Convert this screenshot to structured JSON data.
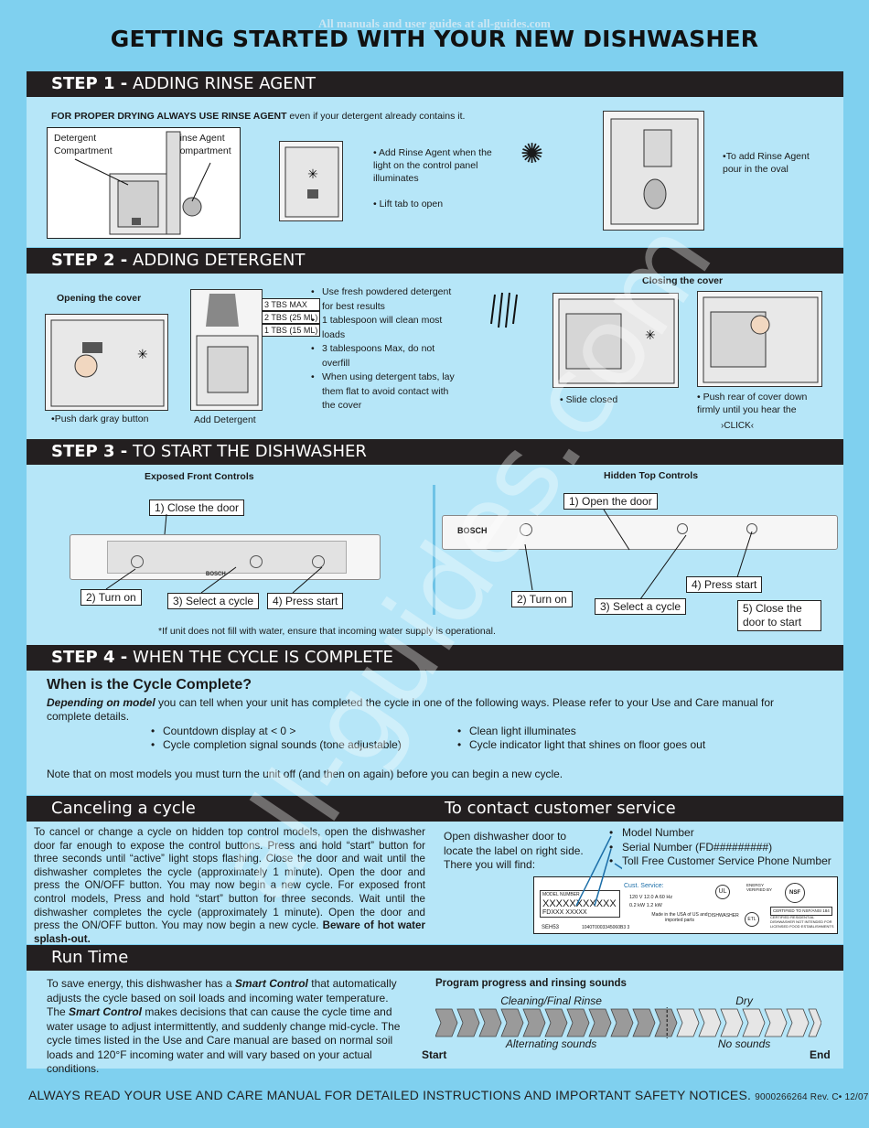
{
  "watermark_top": "All manuals and user guides at all-guides.com",
  "watermark_diagonal": "all-guides.com",
  "title": "GETTING STARTED WITH YOUR NEW DISHWASHER",
  "step1": {
    "heading_bold": "STEP 1 -",
    "heading": "ADDING RINSE AGENT",
    "intro_bold": "FOR PROPER DRYING ALWAYS USE RINSE AGENT",
    "intro_rest": " even if your detergent already contains it.",
    "label_detergent": "Detergent Compartment",
    "label_rinse": "Rinse Agent Compartment",
    "bullet_light": "Add Rinse Agent when the light on the control panel illuminates",
    "bullet_lift": "Lift tab to open",
    "bullet_pour": "To add Rinse Agent pour in the oval"
  },
  "step2": {
    "heading_bold": "STEP 2 -",
    "heading": "ADDING DETERGENT",
    "opening": "Opening the cover",
    "push_button": "Push dark gray button",
    "add_detergent": "Add Detergent",
    "levels": [
      "3 TBS MAX",
      "2 TBS (25 ML)",
      "1 TBS (15 ML)"
    ],
    "bullets": [
      "Use fresh powdered detergent for best results",
      "1 tablespoon will clean most loads",
      "3 tablespoons Max, do not overfill",
      "When using detergent tabs, lay them flat to avoid contact with the cover"
    ],
    "closing": "Closing the cover",
    "slide_closed": "Slide closed",
    "push_rear": "Push rear of cover down firmly until you hear the",
    "click": "CLICK"
  },
  "step3": {
    "heading_bold": "STEP 3 -",
    "heading": "TO START THE DISHWASHER",
    "exposed": "Exposed Front Controls",
    "hidden": "Hidden Top Controls",
    "front": [
      "1) Close the door",
      "2) Turn on",
      "3) Select a cycle",
      "4) Press start"
    ],
    "top": [
      "1) Open the door",
      "2) Turn on",
      "3) Select a cycle",
      "4) Press start",
      "5) Close the door to start"
    ],
    "brand": "BOSCH",
    "note": "*If unit does not fill with water, ensure that incoming water supply is operational."
  },
  "step4": {
    "heading_bold": "STEP 4 -",
    "heading": "WHEN THE CYCLE IS COMPLETE",
    "subheading": "When is the Cycle Complete?",
    "intro_em": "Depending on model",
    "intro_rest": " you can tell when your unit has completed the cycle in one of the following ways. Please refer to your Use and Care manual for complete details.",
    "left_bullets": [
      "Countdown display at < 0 >",
      "Cycle completion signal sounds (tone adjustable)"
    ],
    "right_bullets": [
      "Clean light illuminates",
      "Cycle indicator light that shines on floor goes out"
    ],
    "note": "Note that on most models you must turn the unit off (and then on again) before you can begin a new cycle."
  },
  "cancel": {
    "heading": "Canceling a cycle",
    "body": "To cancel or change a cycle on hidden top control models, open the dishwasher door far enough to expose the control buttons. Press and hold “start” button for three seconds until “active” light stops flashing. Close the door and wait until the dishwasher completes the cycle (approximately 1 minute). Open the door and press the ON/OFF button. You may now begin a new cycle. For exposed front control models, Press and hold “start” button for three seconds. Wait until the dishwasher completes the cycle (approximately 1 minute). Open the door and press the ON/OFF button. You may now begin a new cycle.",
    "warning": "Beware of hot water splash-out."
  },
  "contact": {
    "heading": "To contact customer service",
    "intro": "Open dishwasher door to locate the label on right side. There you will find:",
    "items": [
      "Model Number",
      "Serial Number (FD#########)",
      "Toll Free Customer Service Phone Number"
    ],
    "label_model_hdr": "MODEL NUMBER",
    "label_model": "XXXXXXXXXXX",
    "label_fd": "FDXXX XXXXX",
    "label_code": "SEH53",
    "label_barcode_num": "1040T0003345060B3 3",
    "label_cust": "Cust. Service:",
    "label_volts": "120 V   12.0 A   60 Hz",
    "label_kw": "0.2 kW     1.2 kW",
    "label_made": "Made in the USA of US and imported parts",
    "label_dishwasher": "DISHWASHER",
    "label_energy": "ENERGY VERIFIED BY",
    "label_nsf": "CERTIFIED TO NSF/ANSI 184",
    "label_nsf_small": "CERTIFIED RESIDENTIAL DISHWASHER NOT INTENDED FOR LICENSED FOOD ESTABLISHMENTS",
    "label_ul": "UL",
    "label_etl": "ETL",
    "label_nsf_logo": "NSF"
  },
  "runtime": {
    "heading": "Run Time",
    "body_parts": [
      "To save energy, this dishwasher has a ",
      "Smart Control",
      " that automatically adjusts the cycle based on soil loads and incoming water temperature. The ",
      "Smart Control",
      " makes decisions that can cause the cycle time and water usage to adjust intermittently, and suddenly change mid-cycle. The cycle times listed in the Use and Care manual are based on normal soil loads and 120°F incoming water and will vary based on your actual conditions."
    ],
    "program_title": "Program progress and rinsing sounds",
    "phase1": "Cleaning/Final Rinse",
    "phase2": "Dry",
    "sound1": "Alternating sounds",
    "sound2": "No sounds",
    "start": "Start",
    "end": "End",
    "phase1_fraction": 0.6
  },
  "footer": {
    "text": "ALWAYS READ YOUR USE AND CARE MANUAL FOR DETAILED INSTRUCTIONS AND IMPORTANT SAFETY NOTICES.",
    "code": "9000266264 Rev. C• 12/07"
  }
}
